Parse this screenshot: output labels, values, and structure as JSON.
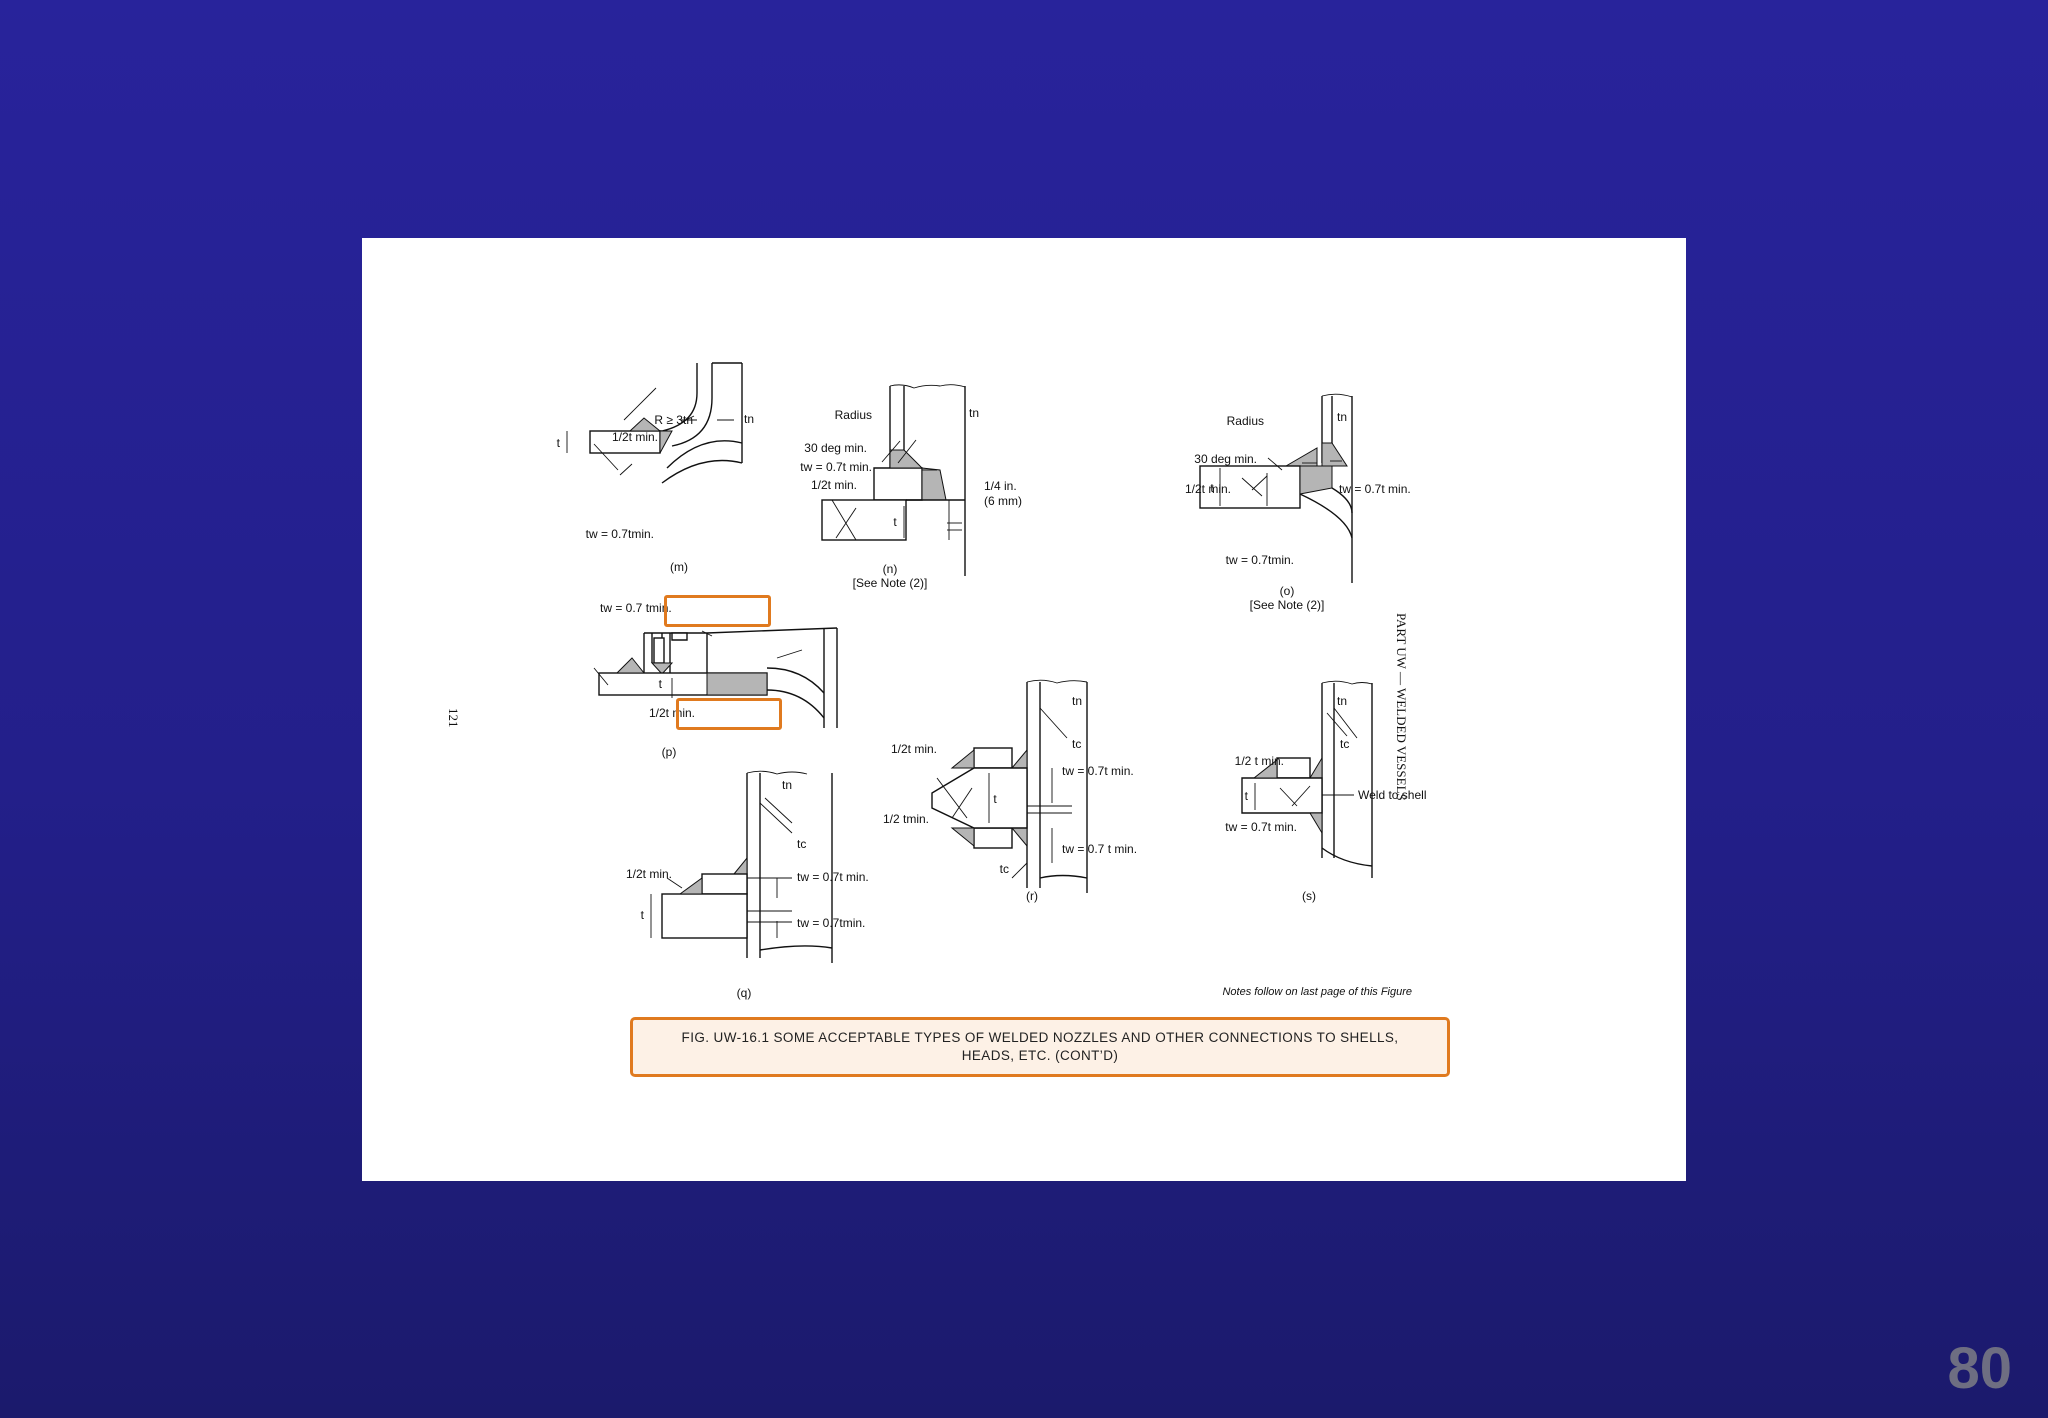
{
  "slide": {
    "page_number": "80",
    "accent_color": "#e07a1f",
    "background_color": "#28239b"
  },
  "figure": {
    "caption_line1": "FIG. UW-16.1   SOME ACCEPTABLE TYPES OF WELDED NOZZLES AND OTHER CONNECTIONS TO SHELLS,",
    "caption_line2": "HEADS, ETC. (CONT’D)",
    "notes_text": "Notes follow on last page of this Figure",
    "side_header": "PART UW — WELDED VESSELS",
    "side_page": "121",
    "details": {
      "m": {
        "id": "(m)",
        "r_label": "R ≥ 3tn",
        "half_t": "1/2t min.",
        "t": "t",
        "tn": "tn",
        "tw": "tw = 0.7tmin."
      },
      "n": {
        "id": "(n)",
        "note": "[See Note (2)]",
        "radius": "Radius",
        "angle": "30 deg min.",
        "tw": "tw = 0.7t min.",
        "half_t": "1/2t min.",
        "quarter": "1/4 in.",
        "mm": "(6 mm)",
        "t": "t",
        "tn": "tn"
      },
      "o": {
        "id": "(o)",
        "note": "[See Note (2)]",
        "radius": "Radius",
        "angle": "30 deg min.",
        "half_t": "1/2t min.",
        "tw_right": "tw = 0.7t min.",
        "tw": "tw = 0.7tmin.",
        "t": "t",
        "tn": "tn"
      },
      "p": {
        "id": "(p)",
        "tw": "tw = 0.7 tmin.",
        "half_t": "1/2t min.",
        "t": "t"
      },
      "q": {
        "id": "(q)",
        "half_t": "1/2t min.",
        "tw1": "tw = 0.7t min.",
        "tw2": "tw = 0.7tmin.",
        "t": "t",
        "tn": "tn",
        "tc": "tc"
      },
      "r": {
        "id": "(r)",
        "half_t1": "1/2t min.",
        "half_t2": "1/2 tmin.",
        "tw1": "tw = 0.7t min.",
        "tw2": "tw = 0.7 t min.",
        "t": "t",
        "tn": "tn",
        "tc1": "tc",
        "tc2": "tc"
      },
      "s": {
        "id": "(s)",
        "half_t": "1/2 t min.",
        "weld": "Weld to shell",
        "tw": "tw = 0.7t min.",
        "t": "t",
        "tn": "tn",
        "tc": "tc"
      }
    }
  }
}
